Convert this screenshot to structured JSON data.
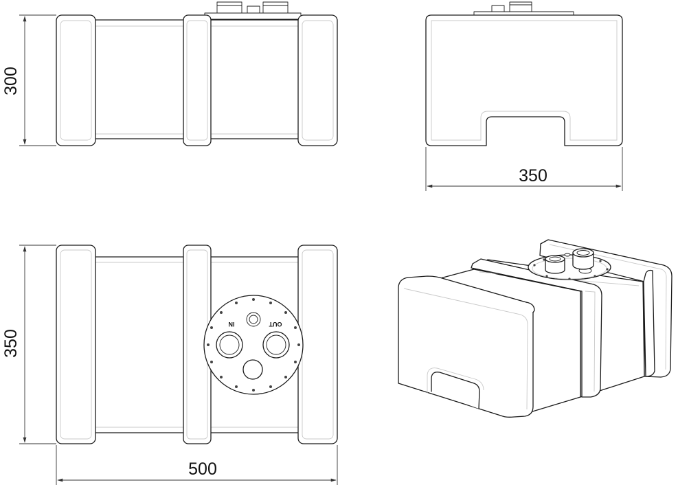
{
  "drawing": {
    "dimensions": {
      "front_height": "300",
      "side_width": "350",
      "top_depth": "350",
      "top_length": "500"
    },
    "flange_labels": {
      "inlet": "IN",
      "outlet": "OUT"
    },
    "colors": {
      "line": "#1a1a1a",
      "hidden_line": "#c8c8c8",
      "background": "#ffffff"
    }
  }
}
